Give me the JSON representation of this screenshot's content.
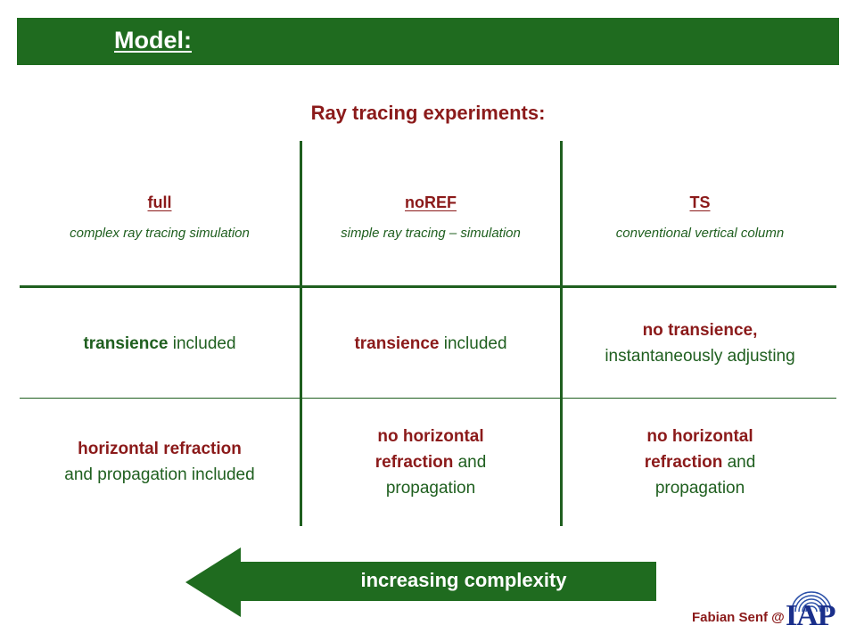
{
  "header": {
    "title": "Model:",
    "subtitle": "Ray tracing experiments:"
  },
  "columns": [
    {
      "name": "full",
      "desc": "complex ray tracing simulation"
    },
    {
      "name": "noREF",
      "desc": "simple ray tracing – simulation"
    },
    {
      "name": "TS",
      "desc": "conventional vertical column"
    }
  ],
  "row1": {
    "c1": {
      "bold": "transience",
      "rest": " included"
    },
    "c2": {
      "bold": "transience",
      "rest": " included"
    },
    "c3": {
      "bold": "no transience,",
      "rest": "instantaneously adjusting"
    }
  },
  "row2": {
    "c1": {
      "bold": "horizontal refraction",
      "rest": "and propagation included"
    },
    "c2": {
      "bold": "no horizontal refraction",
      "rest": " and propagation"
    },
    "c3": {
      "bold": "no horizontal refraction",
      "rest": " and propagation"
    }
  },
  "arrow": {
    "label": "increasing complexity"
  },
  "footer": {
    "author": "Fabian Senf @",
    "logo": "IAP"
  },
  "colors": {
    "green": "#1f6b1f",
    "red": "#8b1a1a",
    "logo_blue": "#1a2f8b"
  }
}
